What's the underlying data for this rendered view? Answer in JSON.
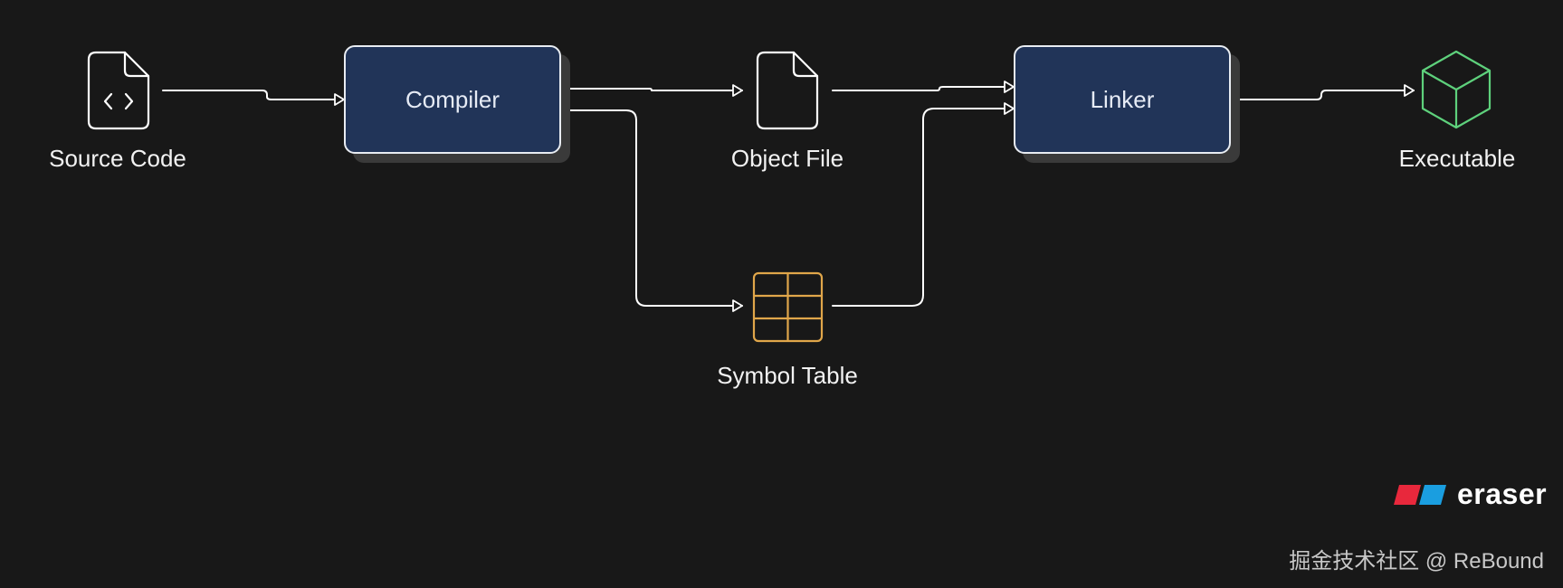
{
  "nodes": {
    "source_code": {
      "label": "Source Code",
      "icon": "code-file-icon"
    },
    "compiler": {
      "label": "Compiler"
    },
    "object_file": {
      "label": "Object File",
      "icon": "file-icon"
    },
    "symbol_table": {
      "label": "Symbol Table",
      "icon": "table-icon"
    },
    "linker": {
      "label": "Linker"
    },
    "executable": {
      "label": "Executable",
      "icon": "cube-icon"
    }
  },
  "edges": [
    {
      "from": "Source Code",
      "to": "Compiler"
    },
    {
      "from": "Compiler",
      "to": "Object File"
    },
    {
      "from": "Compiler",
      "to": "Symbol Table"
    },
    {
      "from": "Object File",
      "to": "Linker"
    },
    {
      "from": "Symbol Table",
      "to": "Linker"
    },
    {
      "from": "Linker",
      "to": "Executable"
    }
  ],
  "brand": {
    "name": "eraser"
  },
  "watermark": {
    "text": "掘金技术社区 @ ReBound"
  },
  "colors": {
    "background": "#181818",
    "process_fill": "#213458",
    "symbol_table": "#e0a64a",
    "executable": "#5ed17c",
    "brand_red": "#e8283c",
    "brand_blue": "#1a9ee0"
  }
}
